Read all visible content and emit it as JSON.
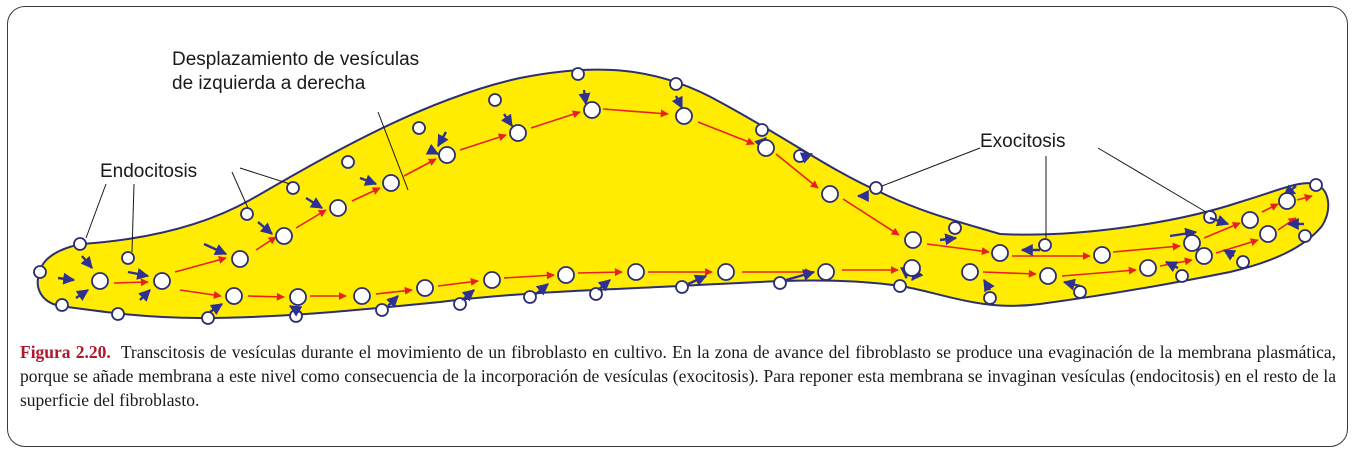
{
  "labels": {
    "displacement_line1": "Desplazamiento de vesículas",
    "displacement_line2": "de izquierda a derecha",
    "endocytosis": "Endocitosis",
    "exocytosis": "Exocitosis"
  },
  "caption": {
    "figure": "Figura 2.20.",
    "text": "Transcitosis de vesículas durante el movimiento de un fibroblasto en cultivo. En la zona de avance del fibroblasto se produce una evaginación de la membrana plasmática, porque se añade membrana a este nivel como consecuencia de la incorporación de vesículas (exocitosis). Para reponer esta membrana se invaginan vesículas (endocitosis) en el resto de la superficie del fibroblasto."
  },
  "colors": {
    "cell_fill": "#ffec00",
    "membrane": "#2b2f72",
    "vesicle_arrow": "#2e3192",
    "transport_arrow": "#e8201f",
    "figure_label": "#b0182b"
  }
}
